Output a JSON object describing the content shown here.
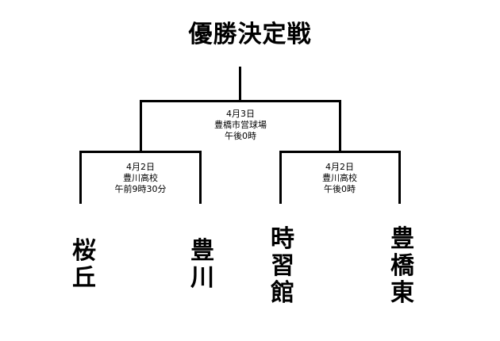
{
  "title": "優勝決定戦",
  "final": {
    "date": "4月3日",
    "venue": "豊橋市営球場",
    "time": "午後0時"
  },
  "semifinal_left": {
    "date": "4月2日",
    "venue": "豊川高校",
    "time": "午前9時30分"
  },
  "semifinal_right": {
    "date": "4月2日",
    "venue": "豊川高校",
    "time": "午後0時"
  },
  "teams": [
    {
      "name": "桜丘",
      "chars": [
        "桜",
        "丘"
      ]
    },
    {
      "name": "豊川",
      "chars": [
        "豊",
        "川"
      ]
    },
    {
      "name": "時習館",
      "chars": [
        "時",
        "習",
        "館"
      ]
    },
    {
      "name": "豊橋東",
      "chars": [
        "豊",
        "橋",
        "東"
      ]
    }
  ]
}
